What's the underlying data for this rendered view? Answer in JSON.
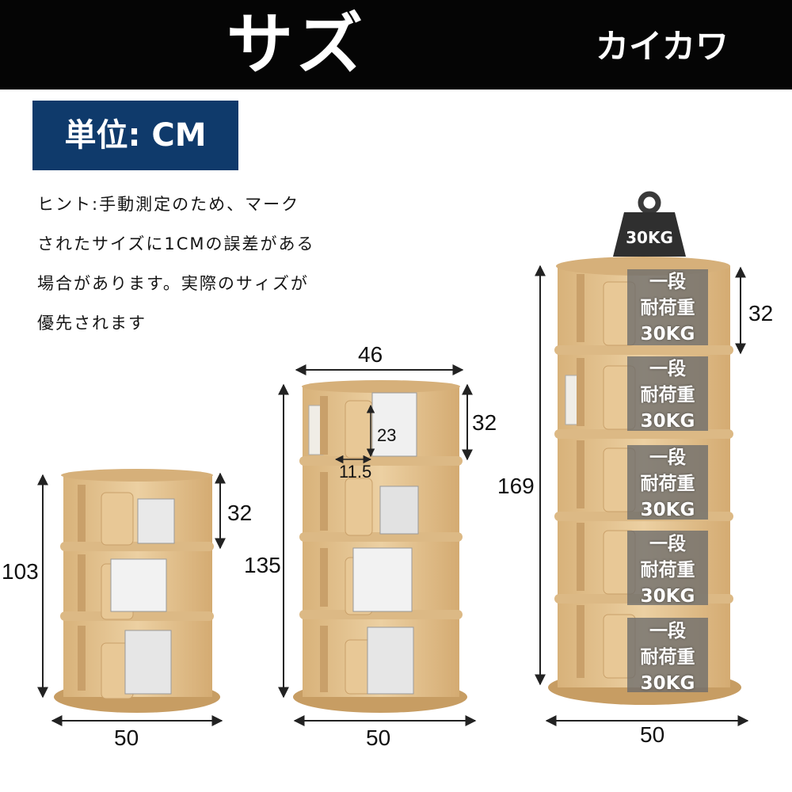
{
  "header": {
    "title": "サズ",
    "brand": "カイカワ"
  },
  "unit_badge": "単位: CM",
  "note_lines": [
    "ヒント:手動測定のため、マーク",
    "されたサイズに1CMの誤差がある",
    "場合があります。実際のサィズが",
    "優先されます"
  ],
  "weight_icon": {
    "icon": "weight-icon",
    "label": "30KG"
  },
  "shelves": {
    "small": {
      "height": "103",
      "width": "50",
      "tier": "32"
    },
    "medium": {
      "height": "135",
      "width": "50",
      "top_width": "46",
      "tier": "32",
      "inner_h": "23",
      "inner_w": "11.5"
    },
    "large": {
      "height": "169",
      "width": "50",
      "tier": "32"
    }
  },
  "load_label": {
    "line1": "一段",
    "line2": "耐荷重",
    "line3": "30KG"
  },
  "colors": {
    "header_bg": "#050505",
    "badge_bg": "#0f3a6b",
    "wood": "#e3c08c",
    "wood_dark": "#c79d63"
  }
}
